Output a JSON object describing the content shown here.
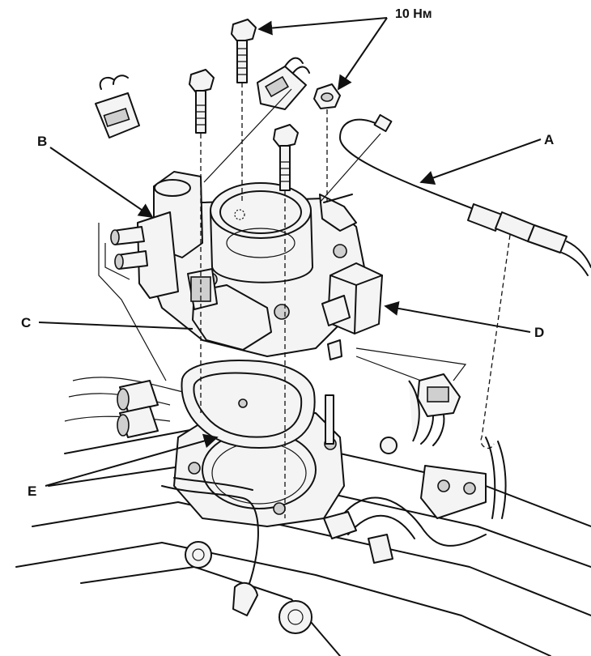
{
  "labels": {
    "torque": "10 Нм",
    "a": "A",
    "b": "B",
    "c": "C",
    "d": "D",
    "e": "E"
  }
}
